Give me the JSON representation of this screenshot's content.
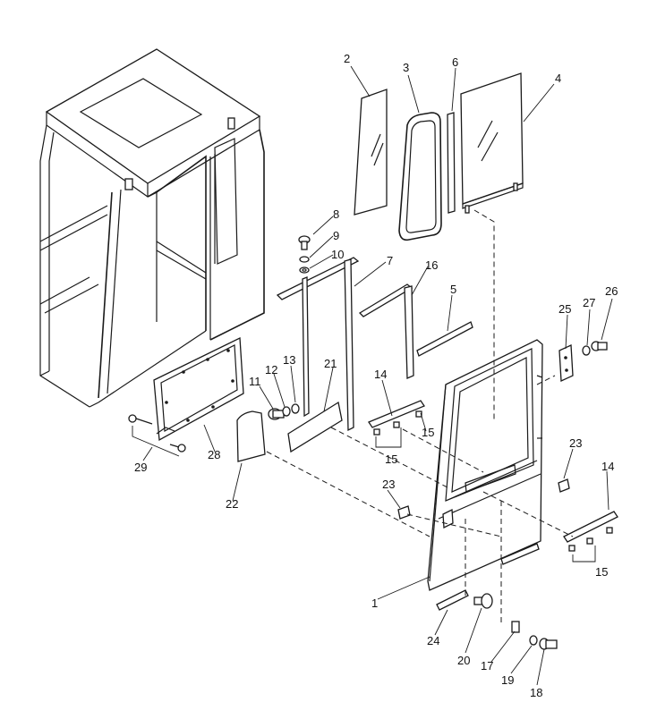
{
  "parts": [
    {
      "id": "1",
      "label": "1"
    },
    {
      "id": "2",
      "label": "2"
    },
    {
      "id": "3",
      "label": "3"
    },
    {
      "id": "4",
      "label": "4"
    },
    {
      "id": "5",
      "label": "5"
    },
    {
      "id": "6",
      "label": "6"
    },
    {
      "id": "7",
      "label": "7"
    },
    {
      "id": "8",
      "label": "8"
    },
    {
      "id": "9",
      "label": "9"
    },
    {
      "id": "10",
      "label": "10"
    },
    {
      "id": "11",
      "label": "11"
    },
    {
      "id": "12",
      "label": "12"
    },
    {
      "id": "13",
      "label": "13"
    },
    {
      "id": "14a",
      "label": "14"
    },
    {
      "id": "14b",
      "label": "14"
    },
    {
      "id": "15a",
      "label": "15"
    },
    {
      "id": "15b",
      "label": "15"
    },
    {
      "id": "15c",
      "label": "15"
    },
    {
      "id": "16",
      "label": "16"
    },
    {
      "id": "17",
      "label": "17"
    },
    {
      "id": "18",
      "label": "18"
    },
    {
      "id": "19",
      "label": "19"
    },
    {
      "id": "20",
      "label": "20"
    },
    {
      "id": "21",
      "label": "21"
    },
    {
      "id": "22",
      "label": "22"
    },
    {
      "id": "23a",
      "label": "23"
    },
    {
      "id": "23b",
      "label": "23"
    },
    {
      "id": "24",
      "label": "24"
    },
    {
      "id": "25",
      "label": "25"
    },
    {
      "id": "26",
      "label": "26"
    },
    {
      "id": "27",
      "label": "27"
    },
    {
      "id": "28",
      "label": "28"
    },
    {
      "id": "29",
      "label": "29"
    }
  ]
}
